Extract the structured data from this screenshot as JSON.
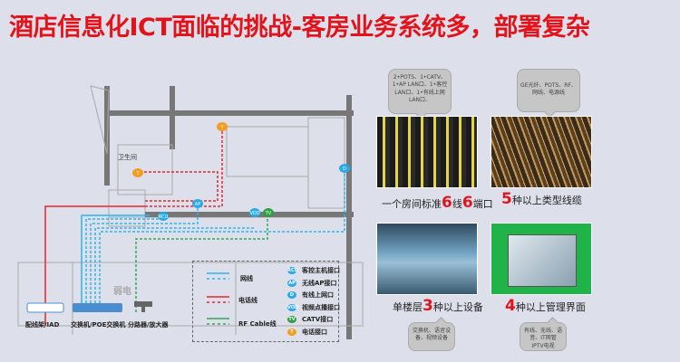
{
  "title": "酒店信息化ICT面临的挑战-客房业务系统多，部署复杂",
  "floorplan": {
    "bathroom": "卫生间",
    "room": "弱电",
    "equipment": [
      "配线架/IAD",
      "交换机/POE交换机",
      "分路器/放大器"
    ]
  },
  "legend": {
    "lines": [
      "网线",
      "电话线",
      "RF Cable线"
    ],
    "ports": [
      {
        "icon": "RCU",
        "label": "客控主机接口",
        "color": "#29a9e8"
      },
      {
        "icon": "AP",
        "label": "无线AP接口",
        "color": "#29a9e8"
      },
      {
        "icon": "D",
        "label": "有线上网口",
        "color": "#29a9e8"
      },
      {
        "icon": "VOD",
        "label": "视频点播接口",
        "color": "#29a9e8"
      },
      {
        "icon": "TV",
        "label": "CATV接口",
        "color": "#2ea043"
      },
      {
        "icon": "T",
        "label": "电话接口",
        "color": "#f39c1f"
      }
    ]
  },
  "line_colors": {
    "network": "#29b6f0",
    "phone": "#e8262b",
    "rf": "#2eaa5a"
  },
  "panels": [
    {
      "pre": "一个房间标准",
      "n1": "6",
      "mid": "线",
      "n2": "6",
      "post": "端口",
      "bubble": "2•POTS、1•CATV、1•AP LAN口、1•客控 LAN口、1•有线上网 LAN口、"
    },
    {
      "pre": "",
      "n1": "5",
      "mid": "种以上类型线缆",
      "n2": "",
      "post": "",
      "bubble": "GE光纤、POTS、RF、网线、电源线"
    },
    {
      "pre": "单楼层",
      "n1": "3",
      "mid": "种以上设备",
      "n2": "",
      "post": "",
      "bubble": "交换机、语音设备、视频设备"
    },
    {
      "pre": "",
      "n1": "4",
      "mid": "种以上管理界面",
      "n2": "",
      "post": "",
      "bubble": "有线、无线、语音、IT网管 IPTV电视"
    }
  ]
}
